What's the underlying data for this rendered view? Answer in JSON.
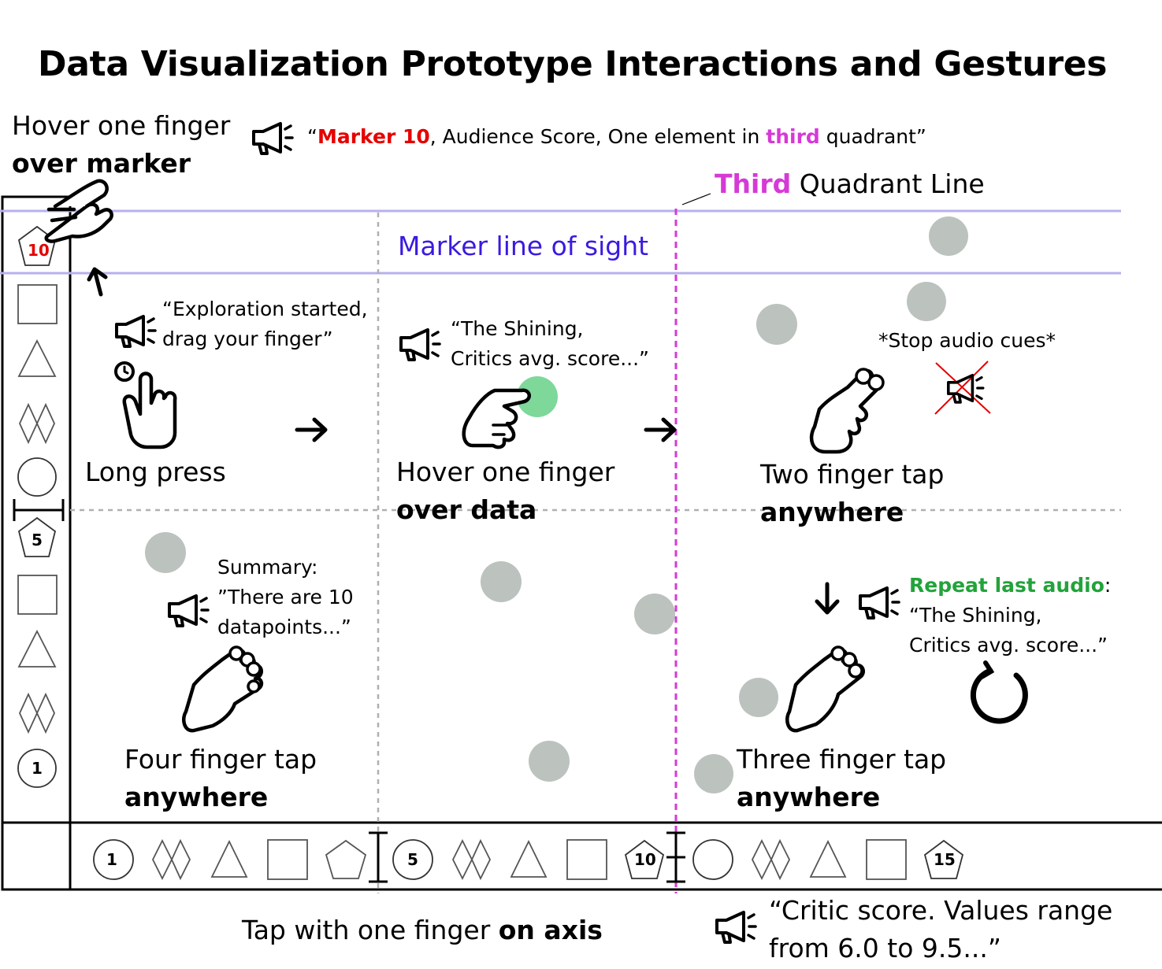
{
  "title": "Data Visualization Prototype Interactions and Gestures",
  "hover_marker": {
    "line1": "Hover one finger",
    "line2": "over marker",
    "quote_open": "“",
    "quote_marker": "Marker 10",
    "quote_mid": ", Audience Score, One element in ",
    "quote_third": "third",
    "quote_end": " quadrant”"
  },
  "quadrant_line": {
    "third": "Third",
    "rest": " Quadrant Line"
  },
  "marker_line_of_sight": "Marker line of sight",
  "long_press": {
    "audio_line1": "“Exploration started,",
    "audio_line2": "drag your finger”",
    "label": "Long press"
  },
  "hover_data": {
    "audio_line1": "“The Shining,",
    "audio_line2": "Critics avg. score...”",
    "line1": "Hover one finger",
    "line2": "over data"
  },
  "two_finger": {
    "audio": "*Stop audio cues*",
    "line1": "Two finger tap",
    "line2": "anywhere"
  },
  "four_finger": {
    "audio_line1": "Summary:",
    "audio_line2": "”There are 10",
    "audio_line3": "datapoints...”",
    "line1": "Four finger tap",
    "line2": "anywhere"
  },
  "three_finger": {
    "repeat": "Repeat last audio",
    "colon": ":",
    "audio_line2": "“The Shining,",
    "audio_line3": "Critics avg. score...”",
    "line1": "Three finger tap",
    "line2": "anywhere"
  },
  "axis_tap": {
    "prefix": "Tap with one finger ",
    "bold": "on axis",
    "audio_line1": "“Critic score. Values range",
    "audio_line2": "from 6.0 to 9.5...”"
  },
  "y_axis_labels": {
    "top": "10",
    "mid": "5",
    "bottom": "1"
  },
  "x_axis_labels": {
    "a": "1",
    "b": "5",
    "c": "10",
    "d": "15"
  },
  "colors": {
    "accent_red": "#e60000",
    "accent_magenta": "#d63ad6",
    "accent_green": "#22a33a",
    "line_of_sight": "#3a1ae0",
    "data_point": "#bcc2bd",
    "highlight_point": "#7dd89a"
  }
}
